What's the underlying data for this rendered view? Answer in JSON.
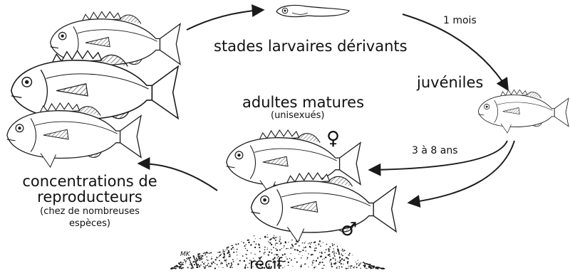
{
  "labels": {
    "larval": "stades larvaires dérivants",
    "one_month": "1 mois",
    "juveniles": "juvéniles",
    "adults": "adultes matures",
    "adults_sub": "(unisexués)",
    "years": "3 à 8 ans",
    "aggregations": "concentrations de",
    "aggregations_2": "reproducteurs",
    "aggregations_sub": "(chez de nombreuses",
    "aggregations_sub_2": "espèces)",
    "reef": "récif",
    "signature": "MK"
  },
  "symbols": {
    "female": "♀",
    "male": "♂"
  },
  "colors": {
    "line": "#1a1a1a",
    "fish_fill": "#ffffff"
  }
}
